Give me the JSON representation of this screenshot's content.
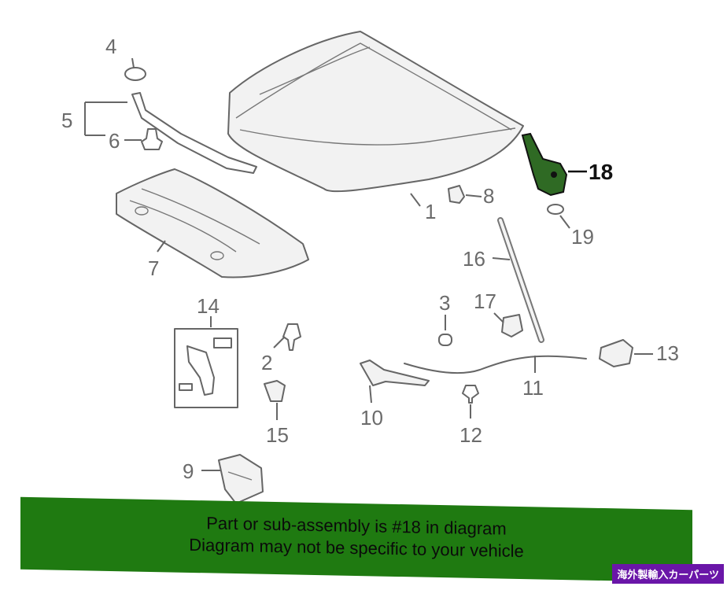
{
  "callouts": {
    "c1": "1",
    "c2": "2",
    "c3": "3",
    "c4": "4",
    "c5": "5",
    "c6": "6",
    "c7": "7",
    "c8": "8",
    "c9": "9",
    "c10": "10",
    "c11": "11",
    "c12": "12",
    "c13": "13",
    "c14": "14",
    "c15": "15",
    "c16": "16",
    "c17": "17",
    "c18": "18",
    "c19": "19"
  },
  "highlight": {
    "part_number": "18",
    "color": "#2f6a24"
  },
  "banner": {
    "line1": "Part or sub-assembly is #18 in diagram",
    "line2": "Diagram may not be specific to your vehicle",
    "color": "#1f7a11"
  },
  "watermark": {
    "text": "海外製輸入カーパーツ",
    "color": "#6a16a8"
  }
}
